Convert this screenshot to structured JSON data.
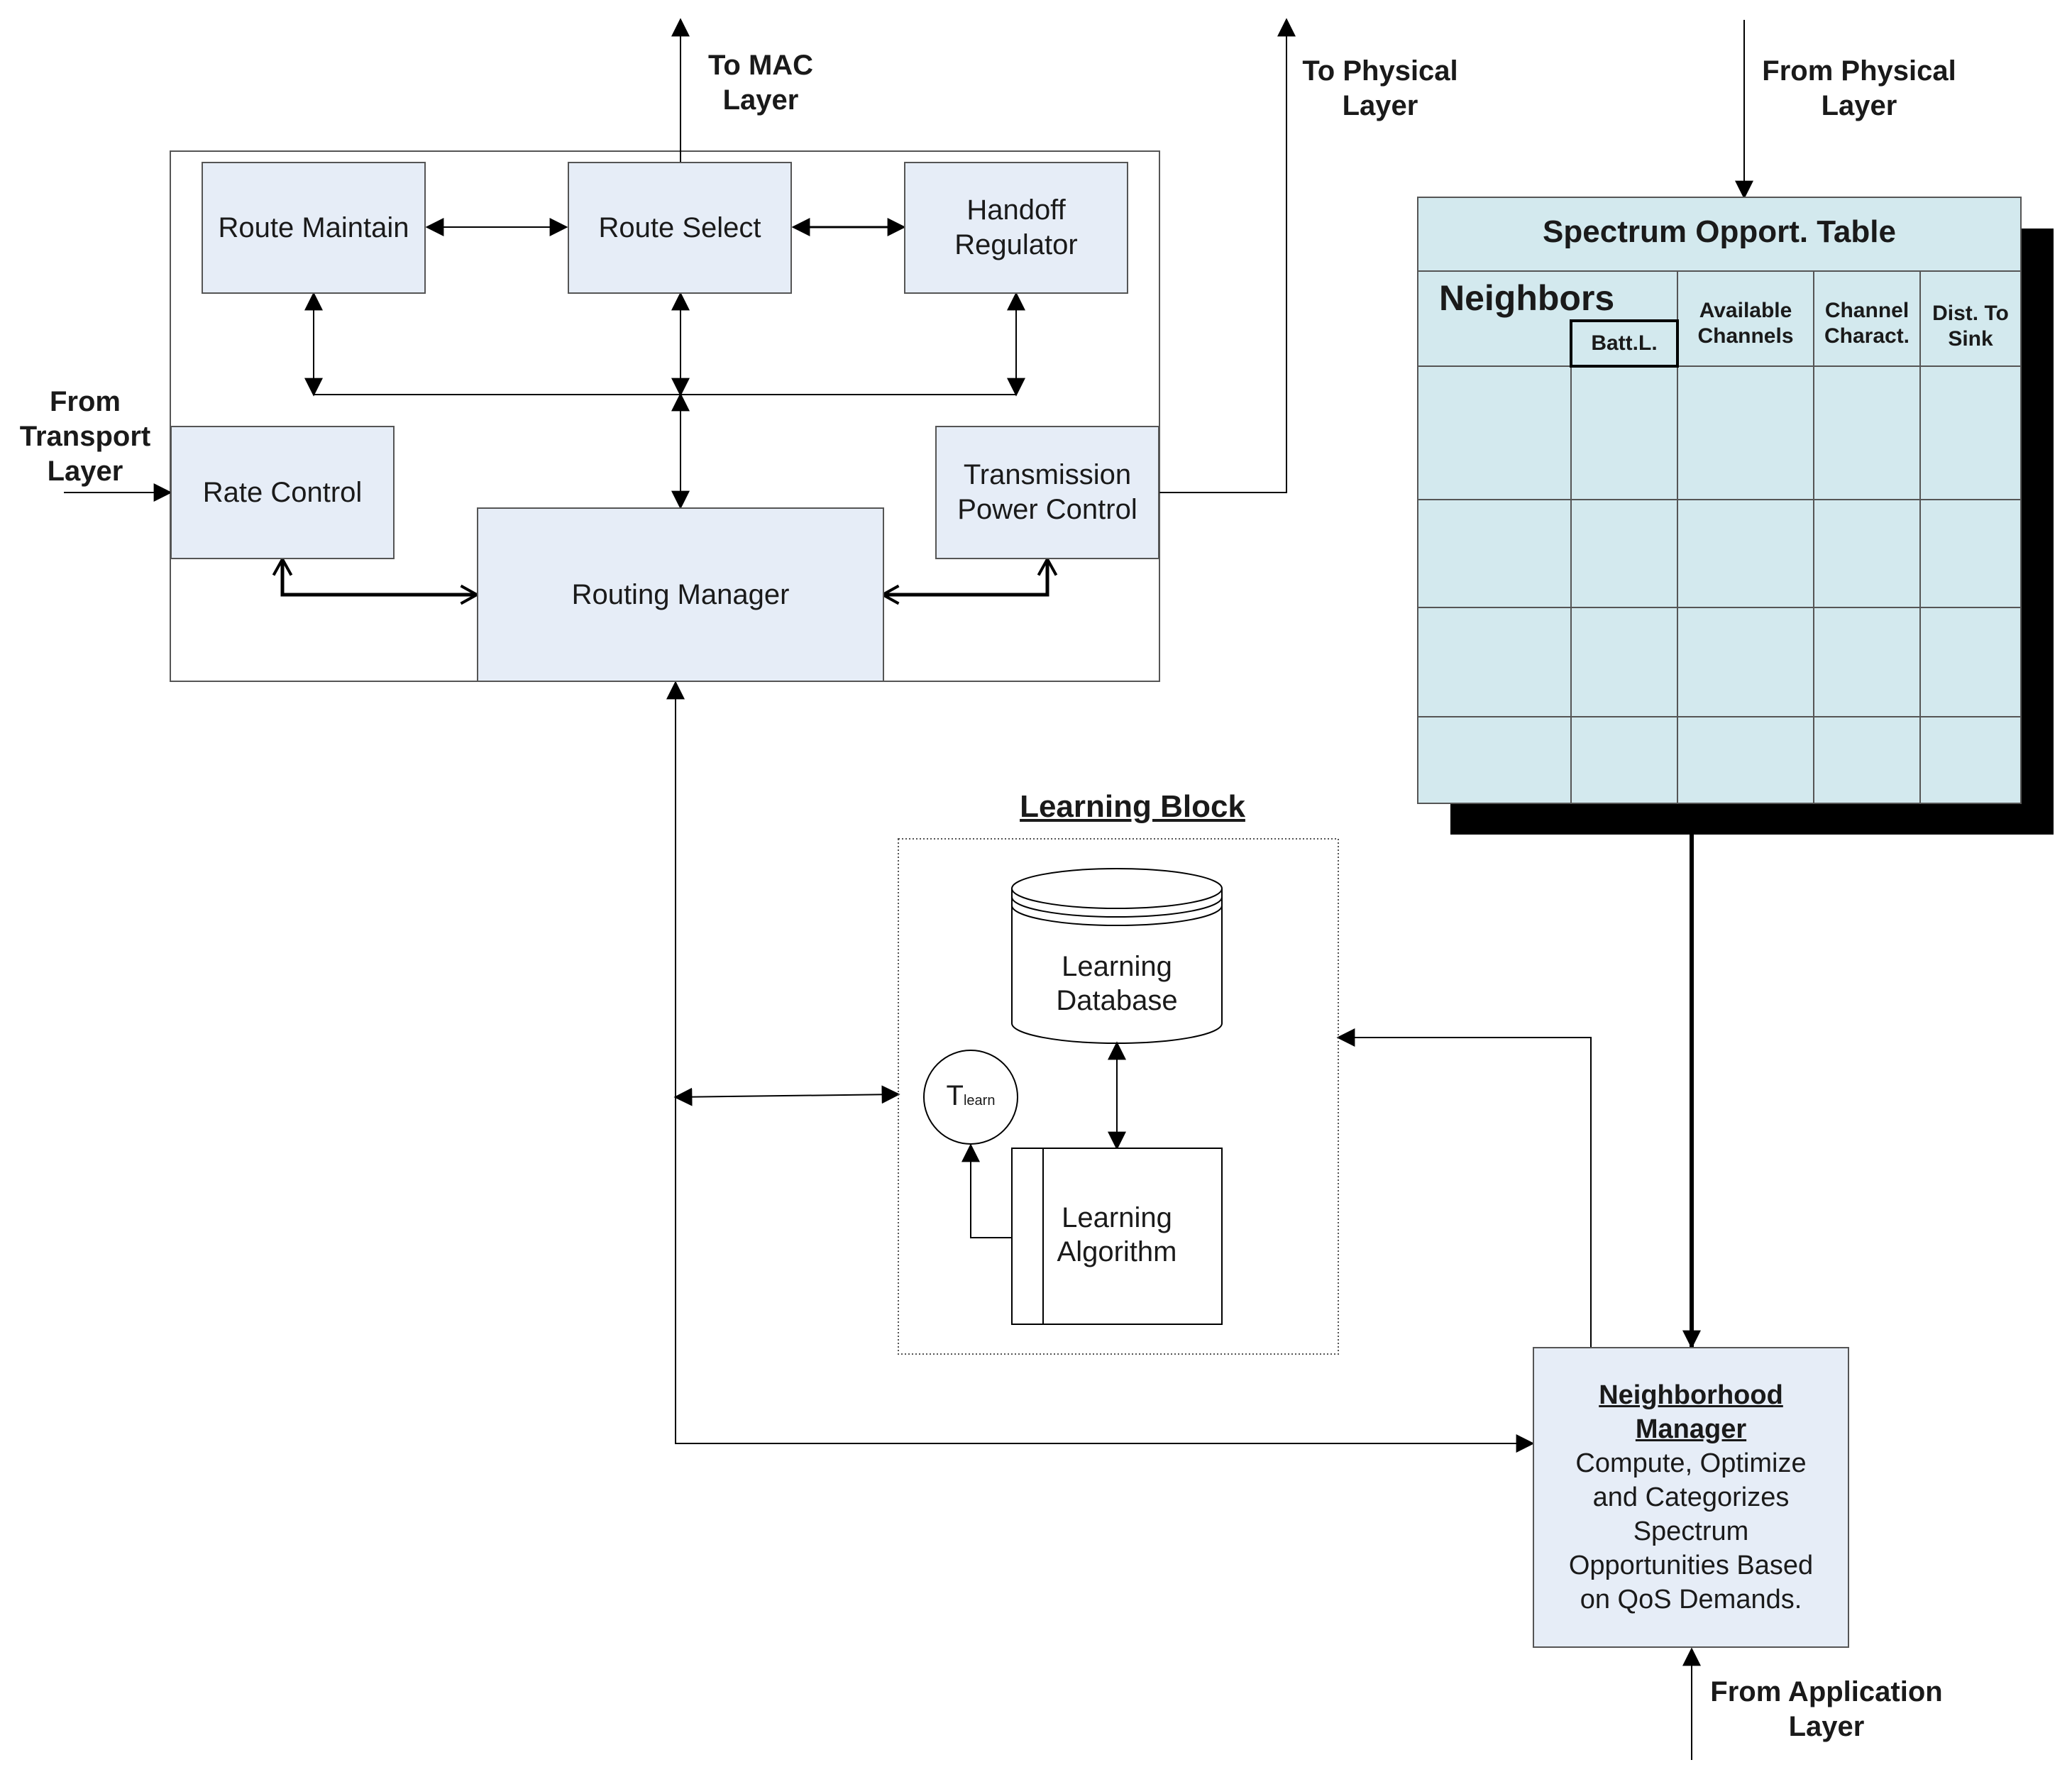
{
  "blocks": {
    "route_maintain": "Route Maintain",
    "route_select": "Route Select",
    "handoff_regulator": [
      "Handoff",
      "Regulator"
    ],
    "rate_control": "Rate Control",
    "transmission_power": [
      "Transmission",
      "Power Control"
    ],
    "routing_manager": "Routing Manager"
  },
  "external": {
    "to_mac": [
      "To MAC",
      "Layer"
    ],
    "to_physical": [
      "To Physical",
      "Layer"
    ],
    "from_physical": [
      "From Physical",
      "Layer"
    ],
    "from_transport": [
      "From",
      "Transport",
      "Layer"
    ],
    "from_application": [
      "From Application",
      "Layer"
    ]
  },
  "spectrum_table": {
    "title": "Spectrum Opport. Table",
    "neighbors": "Neighbors",
    "batt": "Batt.L.",
    "columns": [
      [
        "Available",
        "Channels"
      ],
      [
        "Channel",
        "Charact."
      ],
      [
        "Dist. To",
        "Sink"
      ]
    ]
  },
  "learning_block": {
    "title": "Learning Block",
    "database": [
      "Learning",
      "Database"
    ],
    "algorithm": [
      "Learning",
      "Algorithm"
    ],
    "timer_main": "T",
    "timer_sub": "learn"
  },
  "neighborhood_manager": {
    "title": [
      "Neighborhood",
      "Manager"
    ],
    "description": [
      "Compute, Optimize",
      "and Categorizes",
      "Spectrum",
      "Opportunities Based",
      "on QoS Demands."
    ]
  }
}
